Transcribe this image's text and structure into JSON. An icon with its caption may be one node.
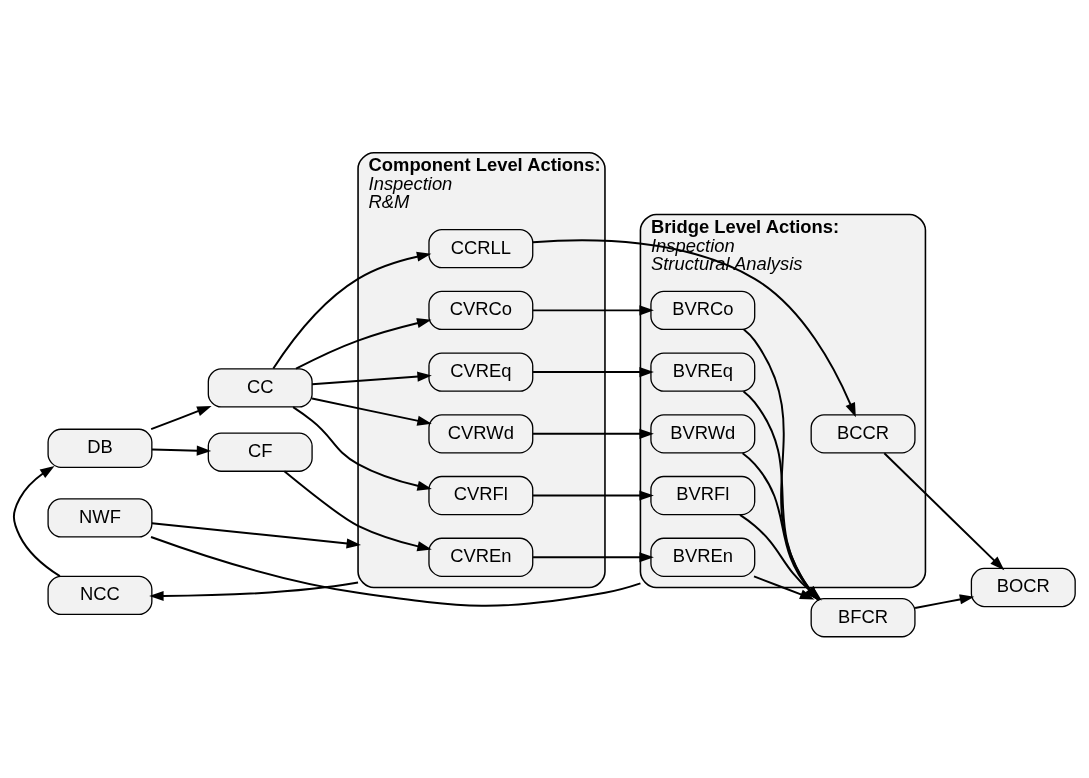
{
  "diagram": {
    "nodes": [
      {
        "text": [
          "DB"
        ]
      },
      {
        "text": [
          "CC"
        ]
      },
      {
        "text": [
          "CF"
        ]
      },
      {
        "text": [
          "Component Level Actions:",
          "Inspection",
          "R&M"
        ]
      },
      {
        "text": [
          "CCRLL"
        ],
        "in": 3
      },
      {
        "text": [
          "CVRCo"
        ],
        "in": 3
      },
      {
        "text": [
          "CVREq"
        ],
        "in": 3
      },
      {
        "text": [
          "CVRWd"
        ],
        "in": 3
      },
      {
        "text": [
          "CVRFl"
        ],
        "in": 3
      },
      {
        "text": [
          "CVREn"
        ],
        "in": 3
      },
      {
        "text": [
          "Bridge Level Actions:",
          "Inspection",
          "Structural Analysis"
        ]
      },
      {
        "text": [
          "BCCR"
        ],
        "in": 10
      },
      {
        "text": [
          "BVRCo"
        ],
        "in": 10
      },
      {
        "text": [
          "BVREq"
        ],
        "in": 10
      },
      {
        "text": [
          "BVRWd"
        ],
        "in": 10
      },
      {
        "text": [
          "BVRFl"
        ],
        "in": 10
      },
      {
        "text": [
          "BVREn"
        ],
        "in": 10
      },
      {
        "text": [
          "BFCR"
        ]
      },
      {
        "text": [
          "BOCR"
        ]
      },
      {
        "text": [
          "NCC"
        ]
      },
      {
        "text": [
          "NWF"
        ]
      }
    ],
    "edges": [
      {
        "from": 0,
        "to": 1,
        "arrow": "to"
      },
      {
        "from": 0,
        "to": 2,
        "arrow": "to"
      },
      {
        "from": 1,
        "to": 4,
        "arrow": "to"
      },
      {
        "from": 1,
        "to": 5,
        "arrow": "to"
      },
      {
        "from": 1,
        "to": 6,
        "arrow": "to"
      },
      {
        "from": 1,
        "to": 7,
        "arrow": "to"
      },
      {
        "from": 1,
        "to": 8,
        "arrow": "to"
      },
      {
        "from": 2,
        "to": 9,
        "arrow": "to"
      },
      {
        "from": 4,
        "to": 11,
        "arrow": "to"
      },
      {
        "from": 5,
        "to": 12,
        "arrow": "to"
      },
      {
        "from": 6,
        "to": 13,
        "arrow": "to"
      },
      {
        "from": 7,
        "to": 14,
        "arrow": "to"
      },
      {
        "from": 8,
        "to": 15,
        "arrow": "to"
      },
      {
        "from": 9,
        "to": 16,
        "arrow": "to"
      },
      {
        "from": 11,
        "to": 18,
        "arrow": "to"
      },
      {
        "from": 12,
        "to": 17,
        "arrow": "to"
      },
      {
        "from": 13,
        "to": 17,
        "arrow": "to"
      },
      {
        "from": 14,
        "to": 17,
        "arrow": "to"
      },
      {
        "from": 15,
        "to": 17,
        "arrow": "to"
      },
      {
        "from": 16,
        "to": 17,
        "arrow": "to"
      },
      {
        "from": 17,
        "to": 18,
        "arrow": "to"
      },
      {
        "from": 3,
        "to": 19,
        "arrow": "to"
      },
      {
        "from": 19,
        "to": 0,
        "arrow": "to"
      },
      {
        "from": 10,
        "to": 20,
        "arrow": "none"
      },
      {
        "from": 20,
        "to": 3,
        "arrow": "to"
      }
    ]
  }
}
